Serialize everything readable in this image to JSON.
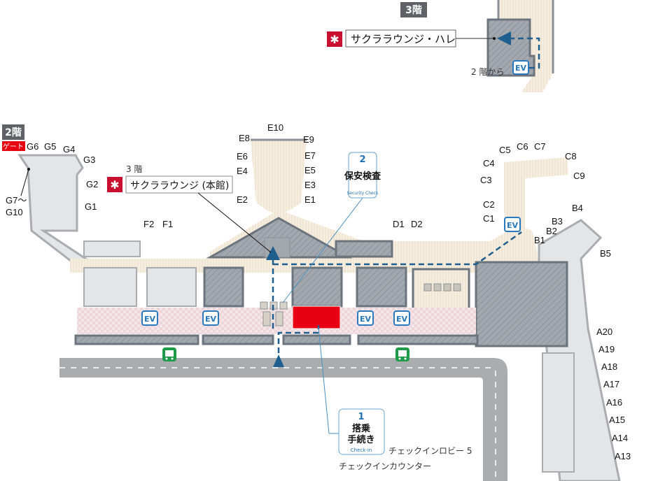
{
  "floor3": {
    "badge": "3階",
    "lounge_label": "サクララウンジ・ハレ",
    "from_label": "2 階から",
    "ev": "EV"
  },
  "floor2": {
    "badge": "2階",
    "gate_tag": "ゲート",
    "lounge_floor": "3 階",
    "lounge_label": "サクララウンジ (本館)"
  },
  "gates": {
    "G": [
      "G6",
      "G5",
      "G4",
      "G3",
      "G2",
      "G1",
      "G7〜",
      "G10"
    ],
    "E": [
      "E10",
      "E8",
      "E9",
      "E6",
      "E7",
      "E4",
      "E5",
      "E3",
      "E2",
      "E1"
    ],
    "F": [
      "F2",
      "F1"
    ],
    "D": [
      "D1",
      "D2"
    ],
    "C": [
      "C5",
      "C6",
      "C7",
      "C8",
      "C4",
      "C9",
      "C3",
      "C2",
      "C1"
    ],
    "B": [
      "B4",
      "B3",
      "B2",
      "B1",
      "B5"
    ],
    "A": [
      "A20",
      "A19",
      "A18",
      "A17",
      "A16",
      "A15",
      "A14",
      "A13"
    ]
  },
  "ev_label": "EV",
  "security": {
    "number": "2",
    "title": "保安検査",
    "subtitle": "Security Check"
  },
  "checkin": {
    "number": "1",
    "title_line1": "搭乗",
    "title_line2": "手続き",
    "subtitle": "Check-in"
  },
  "checkin_lobby": "チェックインロビー 5",
  "checkin_counter": "チェックインカウンター",
  "colors": {
    "route": "#1f5f8f",
    "ev": "#2a78bd",
    "bus": "#1e9a48",
    "counter": "#e60012",
    "lounge": "#c8102e"
  }
}
